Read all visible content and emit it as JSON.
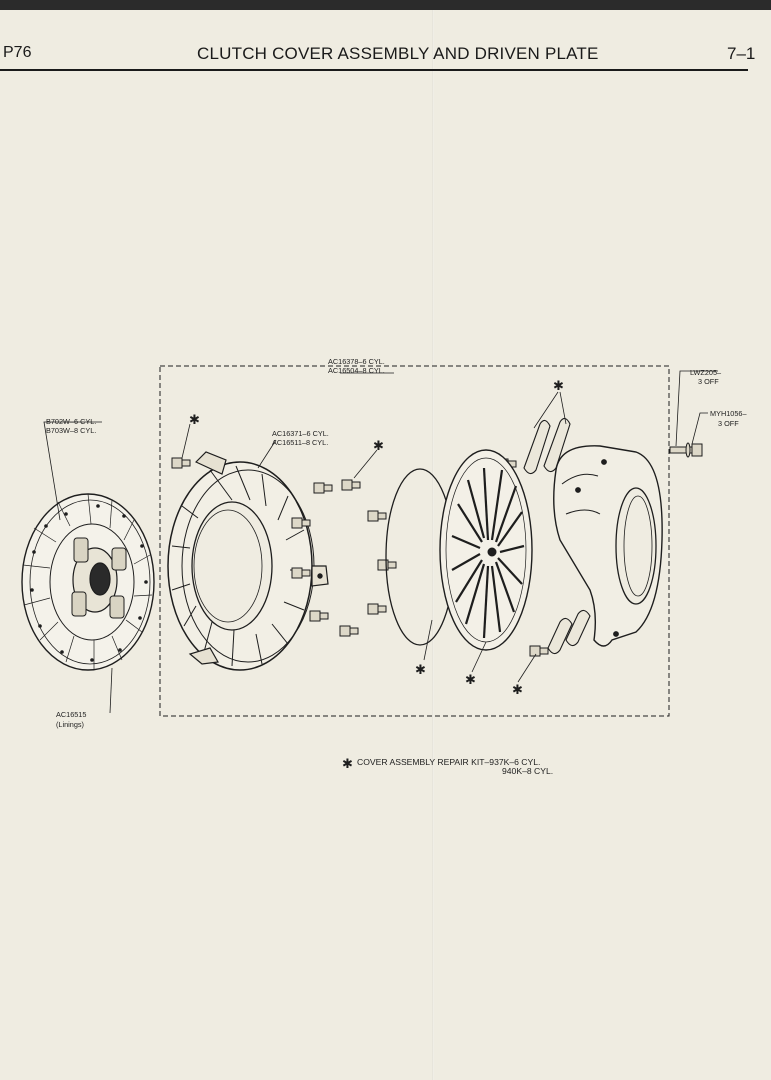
{
  "header": {
    "page_code": "P76",
    "title": "CLUTCH COVER ASSEMBLY AND DRIVEN PLATE",
    "page_number": "7–1"
  },
  "callouts": {
    "clutch_cover": [
      "AC16378–6 CYL.",
      "AC16504–8 CYL."
    ],
    "driven_plate": [
      "B702W–6 CYL.",
      "B703W–8 CYL."
    ],
    "pressure_plate": [
      "AC16371–6 CYL.",
      "AC16511–8 CYL."
    ],
    "linings": [
      "AC16515",
      "(Linings)"
    ],
    "washer": [
      "LWZ205–",
      "3 OFF"
    ],
    "bolt": [
      "MYH1056–",
      "3 OFF"
    ]
  },
  "kit_note": {
    "marker": "✱",
    "line1": "COVER ASSEMBLY REPAIR KIT–937K–6 CYL.",
    "line2": "940K–8 CYL."
  },
  "asterisk_marker": "✱",
  "colors": {
    "paper": "#efece1",
    "ink": "#1e1e1e"
  }
}
